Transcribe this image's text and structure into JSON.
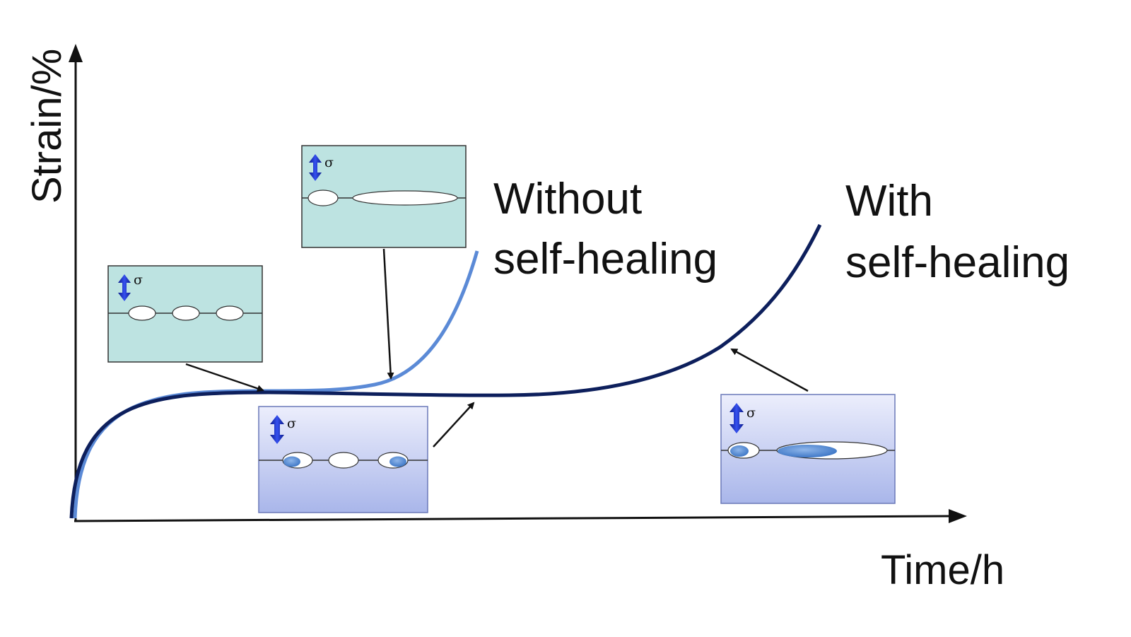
{
  "axes": {
    "x_label": "Time/h",
    "y_label": "Strain/%"
  },
  "curves": {
    "without": {
      "label_line1": "Without",
      "label_line2": "self-healing",
      "color": "#5b8ad6"
    },
    "with": {
      "label_line1": "With",
      "label_line2": "self-healing",
      "color": "#0d1f5c"
    }
  },
  "insets": {
    "stress_symbol": "σ",
    "teal_fill": "#bde3e1",
    "blue_fill_top": "#eceefc",
    "blue_fill_bottom": "#a9b6ea",
    "healing_color": "#4f8ad4"
  }
}
